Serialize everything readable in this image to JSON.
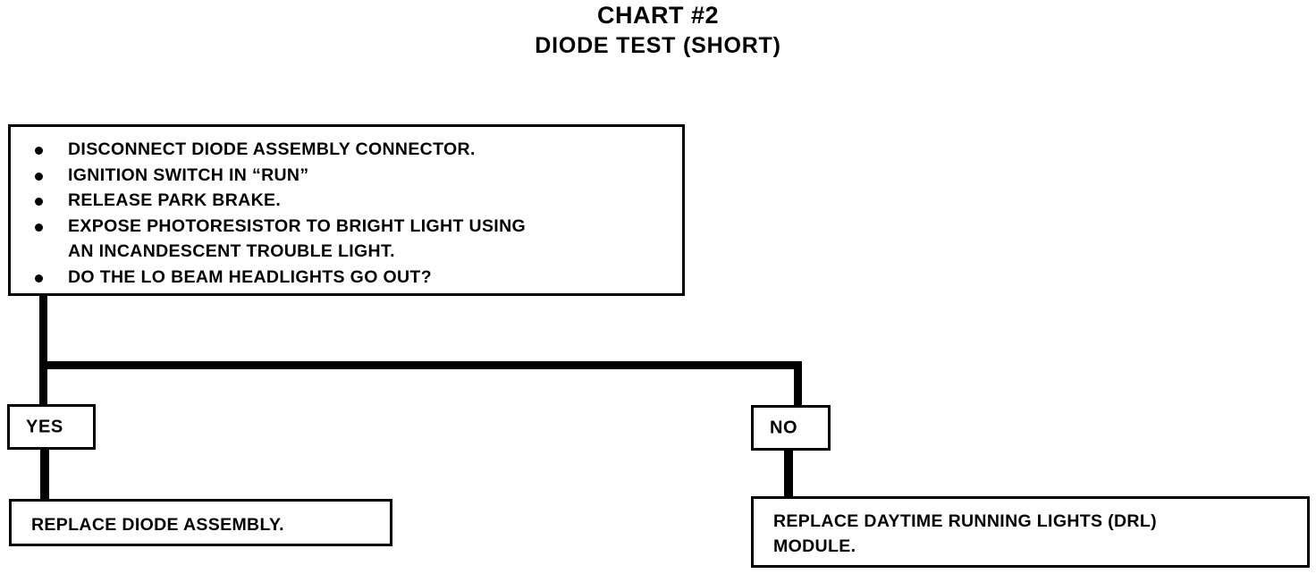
{
  "title": {
    "main": "CHART #2",
    "subtitle": "DIODE TEST  (SHORT)"
  },
  "condition_box": {
    "items": [
      "DISCONNECT DIODE ASSEMBLY CONNECTOR.",
      "IGNITION SWITCH IN “RUN”",
      "RELEASE PARK BRAKE.",
      "EXPOSE PHOTORESISTOR TO BRIGHT LIGHT USING\nAN INCANDESCENT TROUBLE LIGHT.",
      "DO THE LO BEAM HEADLIGHTS GO OUT?"
    ]
  },
  "branches": {
    "yes": {
      "label": "YES",
      "outcome": "REPLACE DIODE ASSEMBLY."
    },
    "no": {
      "label": "NO",
      "outcome": "REPLACE DAYTIME RUNNING LIGHTS (DRL)\nMODULE."
    }
  },
  "colors": {
    "ink": "#000000",
    "paper": "#ffffff"
  }
}
